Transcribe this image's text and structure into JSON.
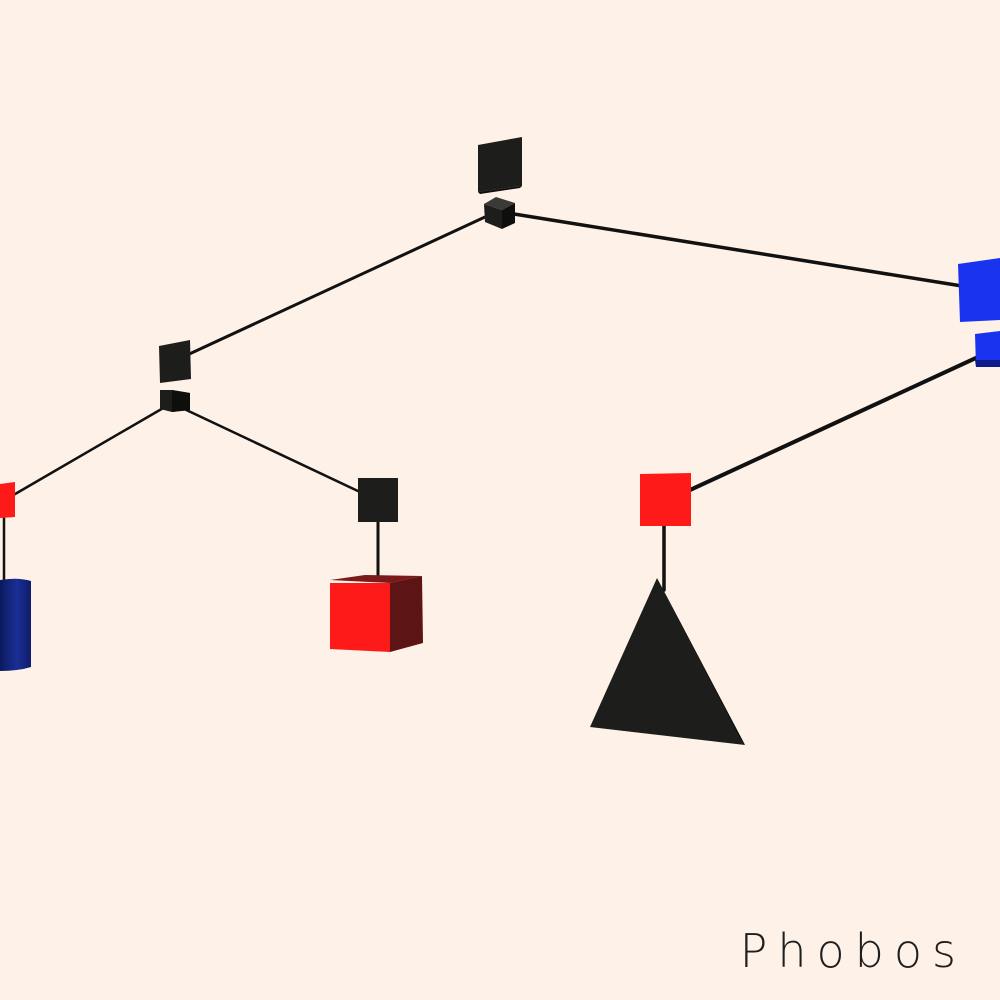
{
  "scene": {
    "background_color": "#fdf1e8",
    "watermark": "Phobos",
    "colors": {
      "black": "#1d1d1b",
      "black_dark": "#0e0e0d",
      "black_light": "#3a3a37",
      "red": "#ff1a1a",
      "red_dark": "#5c1414",
      "blue": "#1a33ee",
      "blue_dark": "#0d1c8a",
      "cylinder_blue": "#13257a",
      "wire": "#111111"
    },
    "objects": [
      "root-black-cube",
      "root-black-joint",
      "left-black-cube",
      "left-black-joint",
      "red-cube-far-left",
      "blue-cylinder",
      "black-cube-middle",
      "red-cube-large",
      "red-cube-right",
      "black-cone",
      "blue-cube-right",
      "blue-joint-right"
    ]
  }
}
